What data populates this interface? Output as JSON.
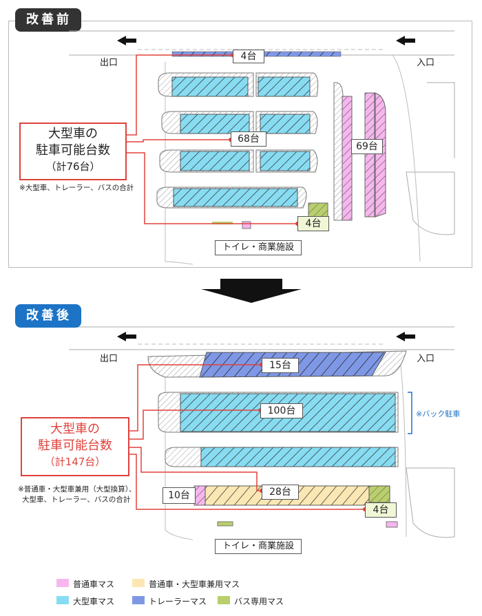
{
  "before": {
    "badge": "改善前",
    "exit": "出口",
    "entrance": "入口",
    "counts": [
      "4台",
      "68台",
      "69台",
      "4台"
    ],
    "summary_line1": "大型車の",
    "summary_line2": "駐車可能台数",
    "summary_line3": "（計76台）",
    "note": "※大型車、トレーラー、バスの合計",
    "facility": "トイレ・商業施設"
  },
  "after": {
    "badge": "改善後",
    "exit": "出口",
    "entrance": "入口",
    "counts": [
      "15台",
      "100台",
      "28台",
      "10台",
      "4台"
    ],
    "summary_line1": "大型車の",
    "summary_line2": "駐車可能台数",
    "summary_line3": "（計147台）",
    "note_line1": "※普通車・大型車兼用（大型換算）、",
    "note_line2": "大型車、トレーラー、バスの合計",
    "back_parking": "※バック駐車",
    "facility": "トイレ・商業施設"
  },
  "legend": [
    {
      "label": "普通車マス",
      "color": "#f7b6ee"
    },
    {
      "label": "普通車・大型車兼用マス",
      "color": "#fbe7b3"
    },
    {
      "label": "大型車マス",
      "color": "#87dcf2"
    },
    {
      "label": "トレーラーマス",
      "color": "#7f98e6"
    },
    {
      "label": "バス専用マス",
      "color": "#b9cf6c"
    }
  ]
}
